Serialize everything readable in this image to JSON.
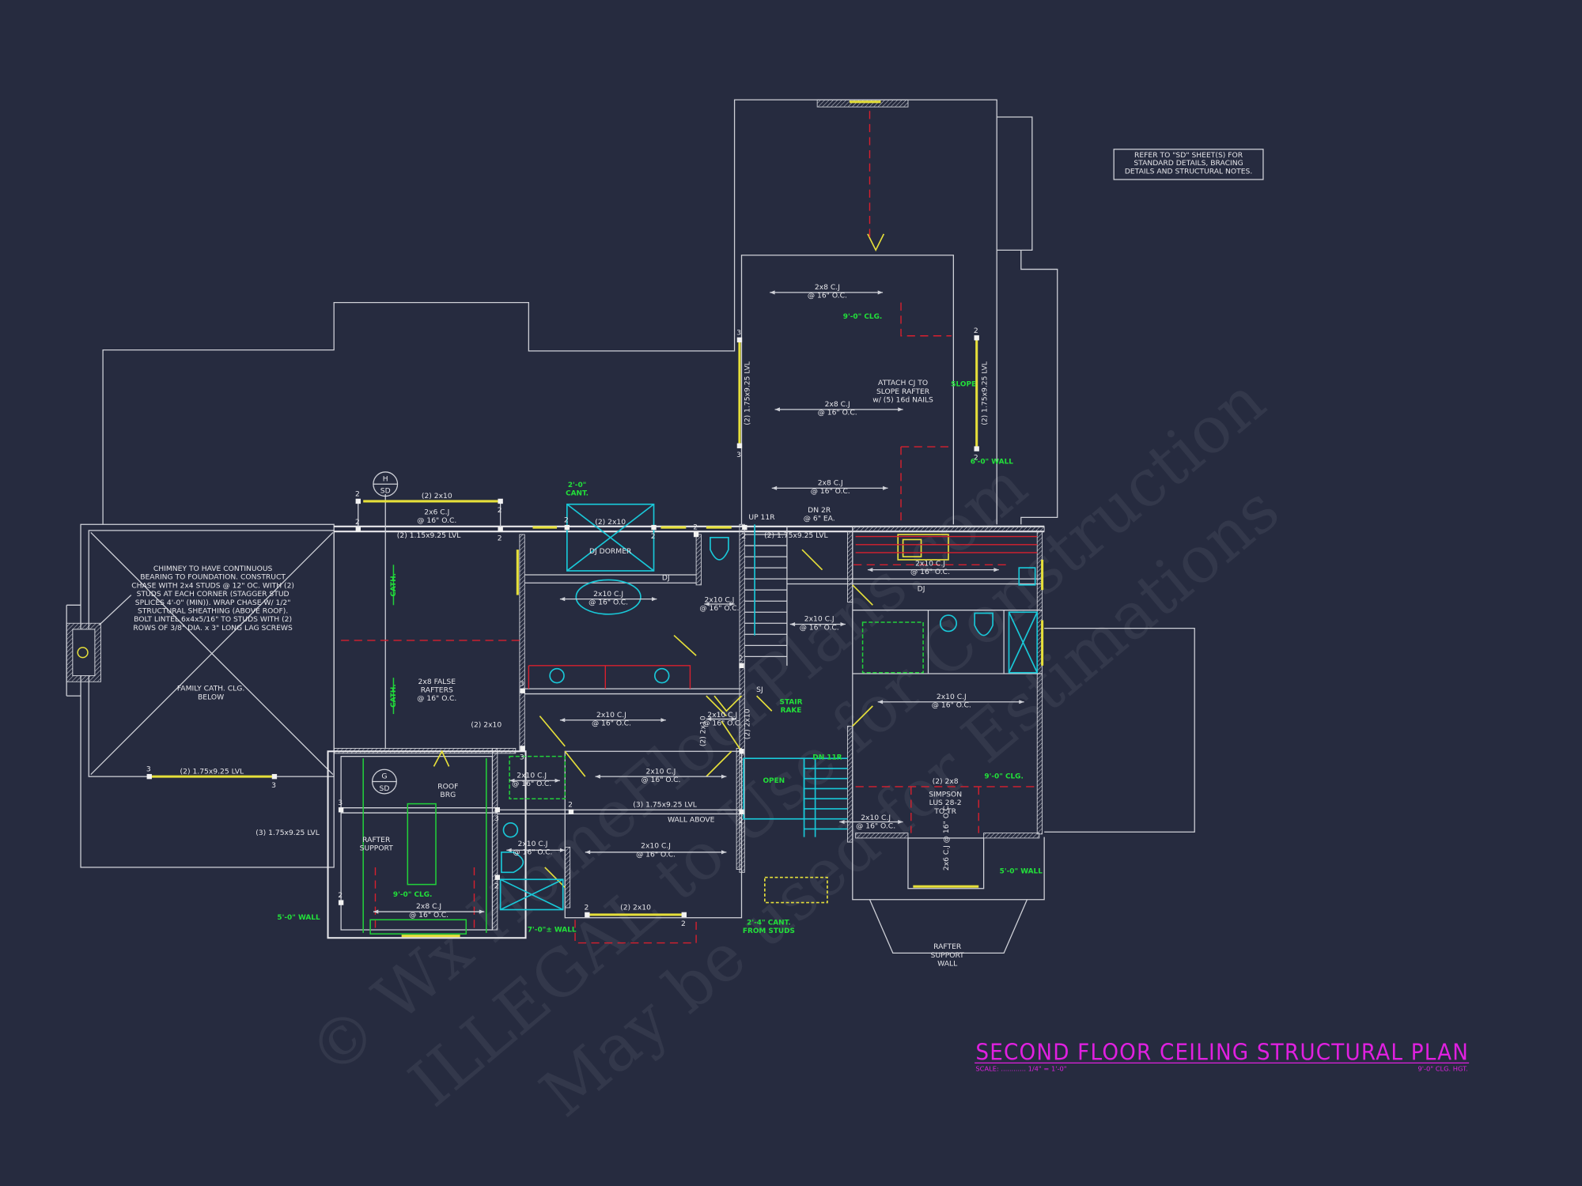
{
  "title": {
    "main": "SECOND FLOOR CEILING STRUCTURAL PLAN",
    "scale": "SCALE: ............ 1/4\" = 1'-0\"",
    "ceiling_height": "9'-0\" CLG. HGT."
  },
  "note_box": [
    "REFER TO \"SD\" SHEET(S) FOR",
    "STANDARD DETAILS, BRACING",
    "DETAILS AND STRUCTURAL NOTES."
  ],
  "chimney_note": [
    "CHIMNEY TO HAVE CONTINUOUS",
    "BEARING TO FOUNDATION. CONSTRUCT",
    "CHASE WITH 2x4 STUDS @ 12\" OC. WITH (2)",
    "STUDS AT EACH CORNER (STAGGER STUD",
    "SPLICES 4'-0\" (MIN)). WRAP CHASE W/ 1/2\"",
    "STRUCTURAL SHEATHING (ABOVE ROOF).",
    "BOLT LINTEL 6x4x5/16\" TO STUDS WITH (2)",
    "ROWS OF 3/8\" DIA. x 3\" LONG LAG SCREWS"
  ],
  "section_markers": {
    "h": [
      "H",
      "SD"
    ],
    "g": [
      "G",
      "SD"
    ]
  },
  "annotations": [
    {
      "lines": [
        "FAMILY CATH. CLG.",
        "BELOW"
      ],
      "color": "white"
    },
    {
      "lines": [
        "(2) 1.75x9.25 LVL"
      ],
      "color": "white"
    },
    {
      "lines": [
        "(2) 2x10"
      ],
      "color": "white"
    },
    {
      "lines": [
        "2x6 C.J",
        "@ 16\" O.C."
      ],
      "color": "white"
    },
    {
      "lines": [
        "(2) 1.15x9.25 LVL"
      ],
      "color": "white"
    },
    {
      "lines": [
        "2'-0\"",
        "CANT."
      ],
      "color": "green"
    },
    {
      "lines": [
        "(2) 2x10"
      ],
      "color": "white"
    },
    {
      "lines": [
        "DJ DORMER"
      ],
      "color": "white"
    },
    {
      "lines": [
        "DJ"
      ],
      "color": "white"
    },
    {
      "lines": [
        "2x10 C.J",
        "@ 16\" O.C."
      ],
      "color": "white"
    },
    {
      "lines": [
        "2x10 C.J",
        "@ 16\" O.C."
      ],
      "color": "white"
    },
    {
      "lines": [
        "UP 11R"
      ],
      "color": "white"
    },
    {
      "lines": [
        "DN 2R",
        "@ 6\" EA."
      ],
      "color": "white"
    },
    {
      "lines": [
        "(2) 1.75x9.25 LVL"
      ],
      "color": "white"
    },
    {
      "lines": [
        "2x10 C.J",
        "@ 16\" O.C."
      ],
      "color": "white"
    },
    {
      "lines": [
        "DJ"
      ],
      "color": "white"
    },
    {
      "lines": [
        "2x10 C.J",
        "@ 16\" O.C."
      ],
      "color": "white"
    },
    {
      "lines": [
        "2x8 FALSE",
        "RAFTERS",
        "@ 16\" O.C."
      ],
      "color": "white"
    },
    {
      "lines": [
        "(2) 2x10"
      ],
      "color": "white"
    },
    {
      "lines": [
        "2x10 C.J",
        "@ 16\" O.C."
      ],
      "color": "white"
    },
    {
      "lines": [
        "2x10 C.J",
        "@ 16\" O.C."
      ],
      "color": "white"
    },
    {
      "lines": [
        "SJ"
      ],
      "color": "white"
    },
    {
      "lines": [
        "STAIR",
        "RAKE"
      ],
      "color": "green"
    },
    {
      "lines": [
        "2x10 C.J",
        "@ 16\" O.C."
      ],
      "color": "white"
    },
    {
      "lines": [
        "2x10 C.J",
        "@ 16\" O.C."
      ],
      "color": "white"
    },
    {
      "lines": [
        "2x10 C.J",
        "@ 16\" O.C."
      ],
      "color": "white"
    },
    {
      "lines": [
        "OPEN"
      ],
      "color": "green"
    },
    {
      "lines": [
        "DN 11R"
      ],
      "color": "green"
    },
    {
      "lines": [
        "ROOF",
        "BRG"
      ],
      "color": "white"
    },
    {
      "lines": [
        "(3) 1.75x9.25 LVL"
      ],
      "color": "white"
    },
    {
      "lines": [
        "RAFTER",
        "SUPPORT"
      ],
      "color": "white"
    },
    {
      "lines": [
        "(3) 1.75x9.25 LVL"
      ],
      "color": "white"
    },
    {
      "lines": [
        "WALL ABOVE"
      ],
      "color": "white"
    },
    {
      "lines": [
        "2x10 C.J",
        "@ 16\" O.C."
      ],
      "color": "white"
    },
    {
      "lines": [
        "2x10 C.J",
        "@ 16\" O.C."
      ],
      "color": "white"
    },
    {
      "lines": [
        "9'-0\" CLG."
      ],
      "color": "green"
    },
    {
      "lines": [
        "2x8 C.J",
        "@ 16\" O.C."
      ],
      "color": "white"
    },
    {
      "lines": [
        "5'-0\" WALL"
      ],
      "color": "green"
    },
    {
      "lines": [
        "7'-0\"± WALL"
      ],
      "color": "green"
    },
    {
      "lines": [
        "(2) 2x10"
      ],
      "color": "white"
    },
    {
      "lines": [
        "2'-4\" CANT.",
        "FROM STUDS"
      ],
      "color": "green"
    },
    {
      "lines": [
        "(2) 2x8"
      ],
      "color": "white"
    },
    {
      "lines": [
        "SIMPSON",
        "LUS 28-2",
        "TO TR"
      ],
      "color": "white"
    },
    {
      "lines": [
        "9'-0\" CLG."
      ],
      "color": "green"
    },
    {
      "lines": [
        "2x10 C.J",
        "@ 16\" O.C."
      ],
      "color": "white"
    },
    {
      "lines": [
        "5'-0\" WALL"
      ],
      "color": "green"
    },
    {
      "lines": [
        "RAFTER",
        "SUPPORT",
        "WALL"
      ],
      "color": "white"
    },
    {
      "lines": [
        "2x8 C.J",
        "@ 16\" O.C."
      ],
      "color": "white"
    },
    {
      "lines": [
        "9'-0\" CLG."
      ],
      "color": "green"
    },
    {
      "lines": [
        "ATTACH CJ TO",
        "SLOPE RAFTER",
        "w/ (5) 16d NAILS"
      ],
      "color": "white"
    },
    {
      "lines": [
        "SLOPE"
      ],
      "color": "green"
    },
    {
      "lines": [
        "2x8 C.J",
        "@ 16\" O.C."
      ],
      "color": "white"
    },
    {
      "lines": [
        "6'-0\" WALL"
      ],
      "color": "green"
    },
    {
      "lines": [
        "2x8 C.J",
        "@ 16\" O.C."
      ],
      "color": "white"
    }
  ],
  "vertical_annotations": [
    {
      "text": "CATH.",
      "color": "green"
    },
    {
      "text": "CATH.",
      "color": "green"
    },
    {
      "text": "(2) 1.75x9.25 LVL",
      "color": "white"
    },
    {
      "text": "(2) 1.75x9.25 LVL",
      "color": "white"
    },
    {
      "text": "(2) 2x10",
      "color": "white"
    },
    {
      "text": "(2) 2x10",
      "color": "white"
    },
    {
      "text": "2x6 C.J @ 16\" O.C.",
      "color": "white"
    }
  ],
  "post_labels": [
    "2",
    "2",
    "2",
    "2",
    "2",
    "2",
    "2",
    "2",
    "3",
    "3",
    "3",
    "3",
    "2",
    "2",
    "3",
    "3",
    "2",
    "2",
    "2",
    "2",
    "3",
    "3",
    "2",
    "2",
    "2",
    "2"
  ],
  "watermark": [
    "© Wx HomeFloorPlans.com",
    "ILLEGAL to Use for Construction",
    "May be used for Estimations"
  ],
  "colors": {
    "background": "#262b3f",
    "lines": "#cfd1d8",
    "headers": "#e6e03a",
    "fixtures": "#19c8d8",
    "dashed_walls": "#d8202e",
    "notes_green": "#22e03a",
    "title": "#e020e0"
  }
}
